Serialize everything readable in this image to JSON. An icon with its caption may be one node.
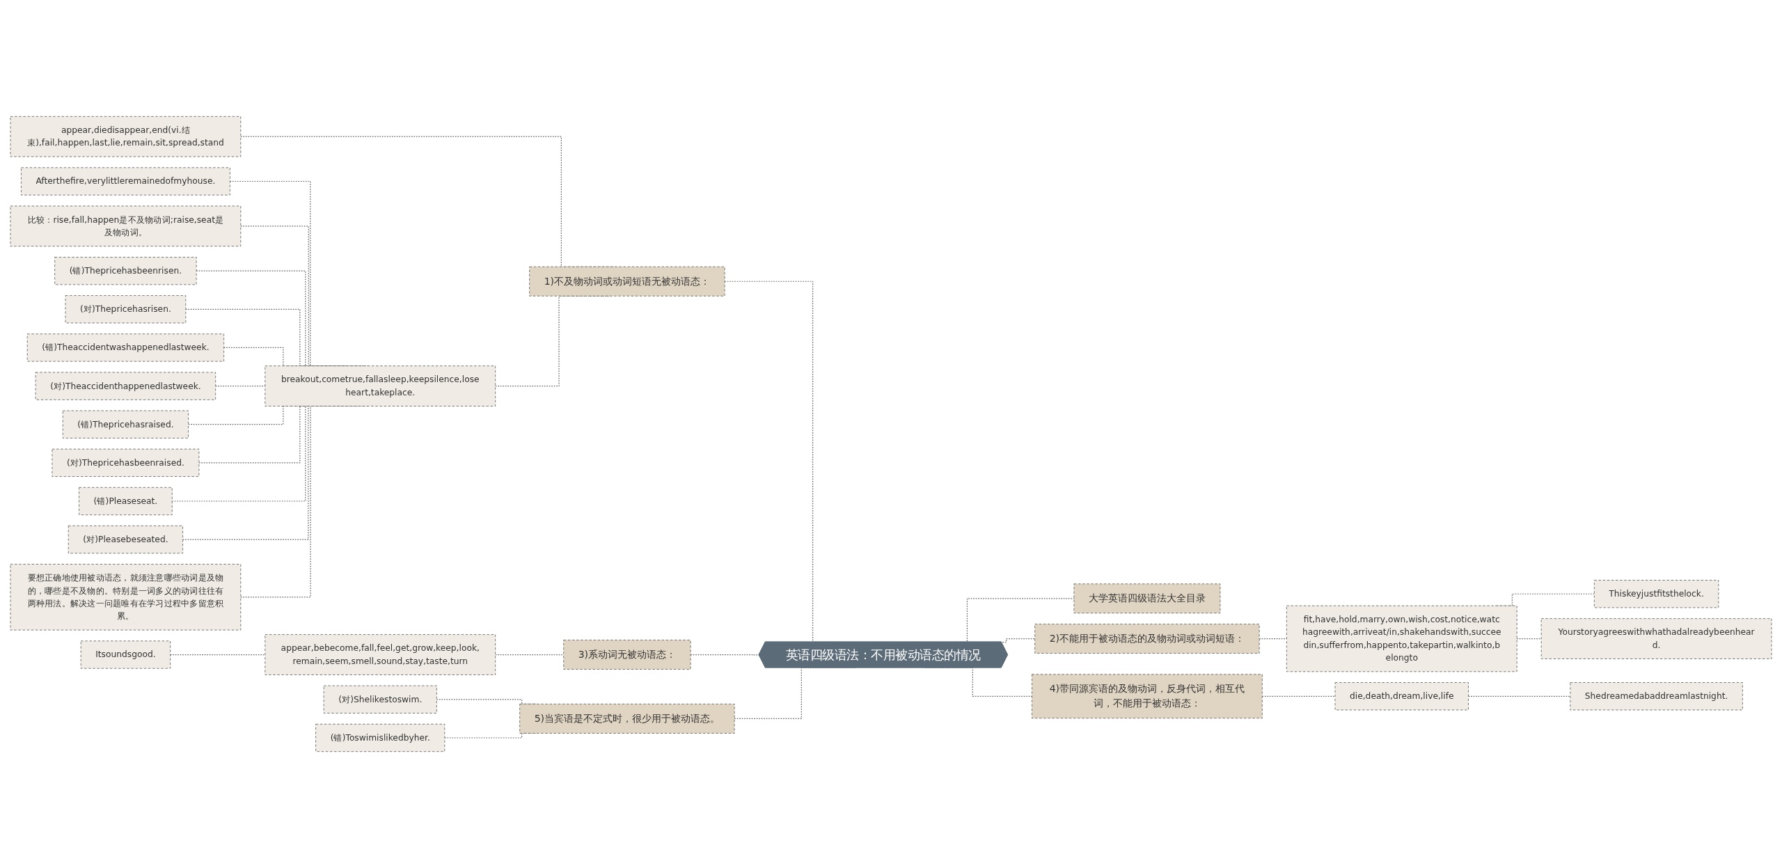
{
  "diagram": {
    "nodes": [
      {
        "text": [
          "英语四级语法：不用被动语态的情况"
        ]
      },
      {
        "text": [
          "1)不及物动词或动词短语无被动语态："
        ]
      },
      {
        "text": [
          "appear,diedisappear,end(vi.结束),fail,happen,last,lie,remain,sit,spread,stand"
        ]
      },
      {
        "text": [
          "breakout,cometrue,fallasleep,keepsilence,loseheart,takeplace."
        ]
      },
      {
        "text": [
          "Afterthefire,verylittleremainedofmyhouse."
        ]
      },
      {
        "text": [
          "比较：rise,fall,happen是不及物动词;raise,seat是及物动词。"
        ]
      },
      {
        "text": [
          "(错)Thepricehasbeenrisen."
        ]
      },
      {
        "text": [
          "(对)Thepricehasrisen."
        ]
      },
      {
        "text": [
          "(错)Theaccidentwashappenedlastweek."
        ]
      },
      {
        "text": [
          "(对)Theaccidenthappenedlastweek."
        ]
      },
      {
        "text": [
          "(错)Thepricehasraised."
        ]
      },
      {
        "text": [
          "(对)Thepricehasbeenraised."
        ]
      },
      {
        "text": [
          "(错)Pleaseseat."
        ]
      },
      {
        "text": [
          "(对)Pleasebeseated."
        ]
      },
      {
        "text": [
          "要想正确地使用被动语态，就须注意哪些动词是及物的，哪些是不及物的。特别是一词多义的动词往往有两种用法。解决这一问题唯有在学习过程中多留意积累。"
        ]
      },
      {
        "text": [
          "大学英语四级语法大全目录"
        ]
      },
      {
        "text": [
          "2)不能用于被动语态的及物动词或动词短语："
        ]
      },
      {
        "text": [
          "fit,have,hold,marry,own,wish,cost,notice,watchagreewith,arriveat/in,shakehandswith,succeedin,sufferfrom,happento,takepartin,walkinto,belongto"
        ]
      },
      {
        "text": [
          "Thiskeyjustfitsthelock."
        ]
      },
      {
        "text": [
          "Yourstoryagreeswithwhathadalreadybeenheard."
        ]
      },
      {
        "text": [
          "3)系动词无被动语态："
        ]
      },
      {
        "text": [
          "appear,bebecome,fall,feel,get,grow,keep,look,remain,seem,smell,sound,stay,taste,turn"
        ]
      },
      {
        "text": [
          "Itsoundsgood."
        ]
      },
      {
        "text": [
          "4)带同源宾语的及物动词，反身代词，相互代词，不能用于被动语态："
        ]
      },
      {
        "text": [
          "die,death,dream,live,life"
        ]
      },
      {
        "text": [
          "Shedreamedabaddreamlastnight."
        ]
      },
      {
        "text": [
          "5)当宾语是不定式时，很少用于被动语态。"
        ]
      },
      {
        "text": [
          "(对)Shelikestoswim."
        ]
      },
      {
        "text": [
          "(错)Toswimislikedbyher."
        ]
      }
    ],
    "edges": [
      {
        "from": 2,
        "to": 1,
        "arrow": "none",
        "style": "dashed"
      },
      {
        "from": 3,
        "to": 1,
        "arrow": "none",
        "style": "dashed"
      },
      {
        "from": 4,
        "to": 3,
        "arrow": "none",
        "style": "dashed"
      },
      {
        "from": 5,
        "to": 3,
        "arrow": "none",
        "style": "dashed"
      },
      {
        "from": 6,
        "to": 3,
        "arrow": "none",
        "style": "dashed"
      },
      {
        "from": 7,
        "to": 3,
        "arrow": "none",
        "style": "dashed"
      },
      {
        "from": 8,
        "to": 3,
        "arrow": "none",
        "style": "dashed"
      },
      {
        "from": 9,
        "to": 3,
        "arrow": "none",
        "style": "dashed"
      },
      {
        "from": 10,
        "to": 3,
        "arrow": "none",
        "style": "dashed"
      },
      {
        "from": 11,
        "to": 3,
        "arrow": "none",
        "style": "dashed"
      },
      {
        "from": 12,
        "to": 3,
        "arrow": "none",
        "style": "dashed"
      },
      {
        "from": 13,
        "to": 3,
        "arrow": "none",
        "style": "dashed"
      },
      {
        "from": 14,
        "to": 3,
        "arrow": "none",
        "style": "dashed"
      },
      {
        "from": 1,
        "to": 0,
        "arrow": "none",
        "style": "dashed"
      },
      {
        "from": 0,
        "to": 15,
        "arrow": "none",
        "style": "dashed"
      },
      {
        "from": 0,
        "to": 16,
        "arrow": "none",
        "style": "dashed"
      },
      {
        "from": 16,
        "to": 17,
        "arrow": "none",
        "style": "dashed"
      },
      {
        "from": 17,
        "to": 18,
        "arrow": "none",
        "style": "dashed"
      },
      {
        "from": 17,
        "to": 19,
        "arrow": "none",
        "style": "dashed"
      },
      {
        "from": 20,
        "to": 0,
        "arrow": "none",
        "style": "dashed"
      },
      {
        "from": 21,
        "to": 20,
        "arrow": "none",
        "style": "dashed"
      },
      {
        "from": 22,
        "to": 21,
        "arrow": "none",
        "style": "dashed"
      },
      {
        "from": 0,
        "to": 23,
        "arrow": "none",
        "style": "dashed"
      },
      {
        "from": 23,
        "to": 24,
        "arrow": "none",
        "style": "dashed"
      },
      {
        "from": 24,
        "to": 25,
        "arrow": "none",
        "style": "dashed"
      },
      {
        "from": 26,
        "to": 0,
        "arrow": "none",
        "style": "dashed"
      },
      {
        "from": 27,
        "to": 26,
        "arrow": "none",
        "style": "dashed"
      },
      {
        "from": 28,
        "to": 26,
        "arrow": "none",
        "style": "dashed"
      }
    ]
  }
}
